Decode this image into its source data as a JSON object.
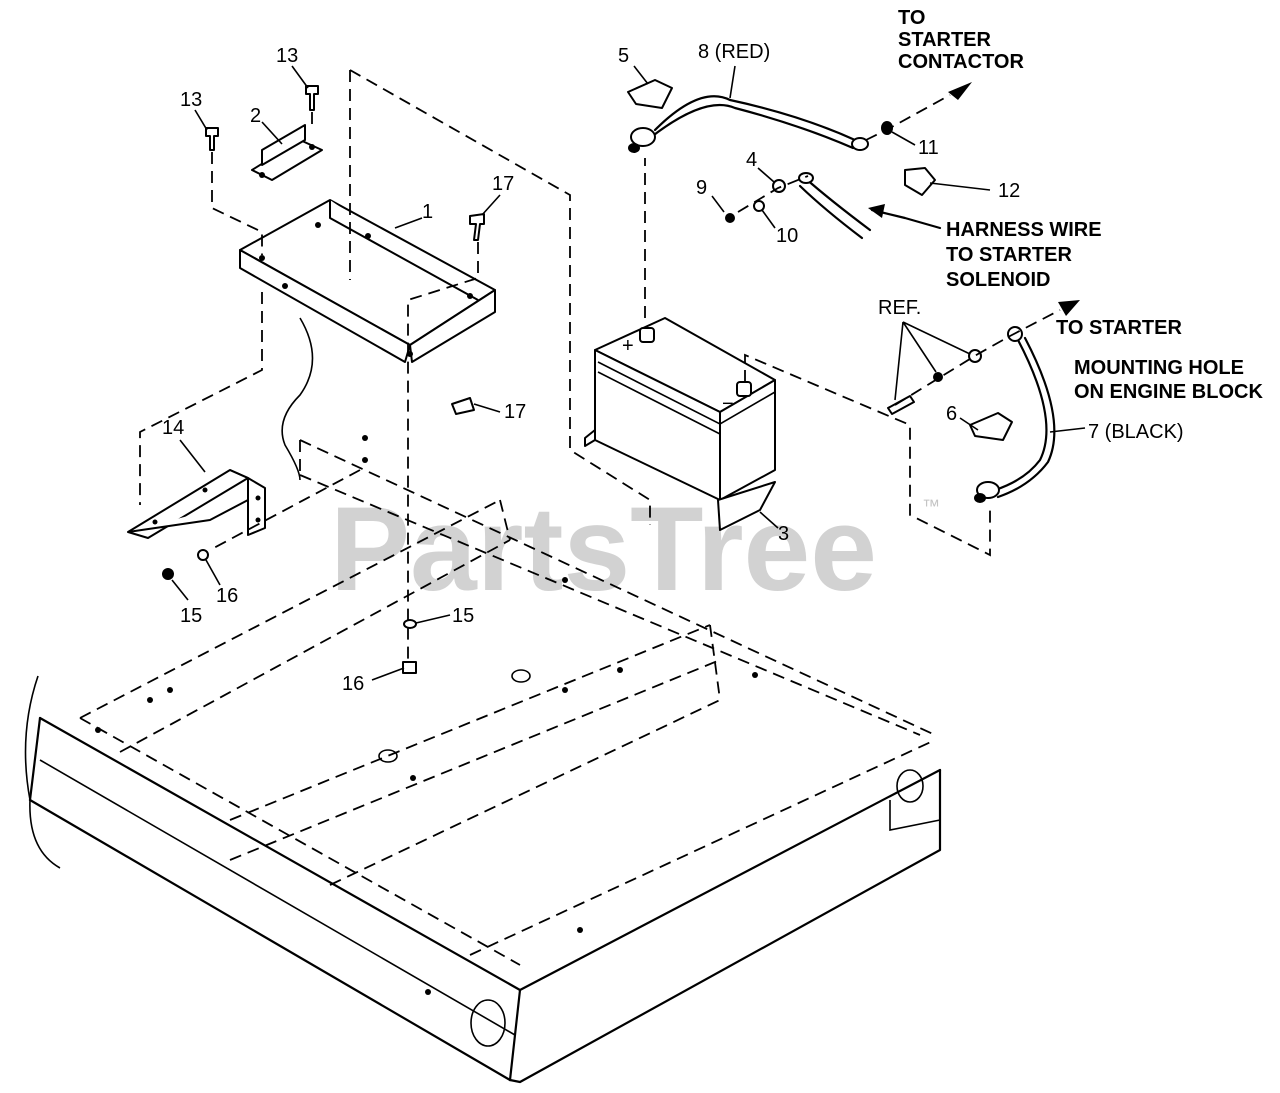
{
  "watermark": {
    "text": "PartsTree",
    "trademark": "™"
  },
  "callouts": {
    "c1": "1",
    "c2": "2",
    "c3": "3",
    "c4": "4",
    "c5": "5",
    "c6": "6",
    "c7": "7 (BLACK)",
    "c8": "8 (RED)",
    "c9": "9",
    "c10": "10",
    "c11": "11",
    "c12": "12",
    "c13a": "13",
    "c13b": "13",
    "c14": "14",
    "c15a": "15",
    "c15b": "15",
    "c16a": "16",
    "c16b": "16",
    "c17a": "17",
    "c17b": "17"
  },
  "annotations": {
    "starter_contactor": [
      "TO",
      "STARTER",
      "CONTACTOR"
    ],
    "harness_wire": [
      "HARNESS WIRE",
      "TO STARTER",
      "SOLENOID"
    ],
    "ref": "REF.",
    "to_starter": "TO STARTER",
    "mounting_hole": [
      "MOUNTING HOLE",
      "ON ENGINE BLOCK"
    ]
  }
}
